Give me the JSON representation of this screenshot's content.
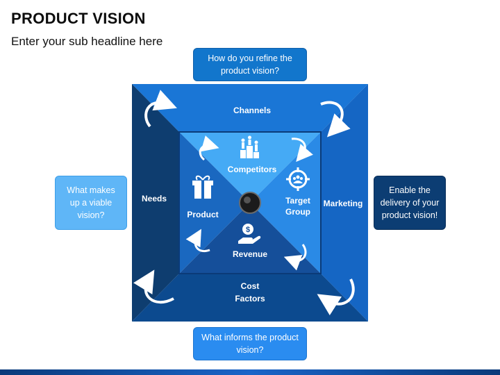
{
  "title": "PRODUCT VISION",
  "subtitle": "Enter your sub headline here",
  "questions": {
    "top": "How do you refine the product vision?",
    "bottom": "What informs the product vision?",
    "left": "What makes up a viable vision?",
    "right": "Enable the delivery of your product vision!"
  },
  "outer": {
    "top": "Channels",
    "left": "Needs",
    "right": "Marketing",
    "bottom_line1": "Cost",
    "bottom_line2": "Factors"
  },
  "inner": {
    "top": "Competitors",
    "left": "Product",
    "right_line1": "Target",
    "right_line2": "Group",
    "bottom": "Revenue"
  },
  "icons": {
    "competitors": "podium-people-icon",
    "product": "gift-box-icon",
    "target_group": "target-group-icon",
    "revenue": "money-hand-icon"
  },
  "colors": {
    "outer_top": "#1a76d6",
    "outer_left": "#0e3d6f",
    "outer_right": "#1566c4",
    "outer_bottom": "#0c4a8f",
    "inner_top": "#45aaf5",
    "inner_left": "#1a68c0",
    "inner_right": "#2a8ae6",
    "inner_bottom": "#154f9a"
  }
}
